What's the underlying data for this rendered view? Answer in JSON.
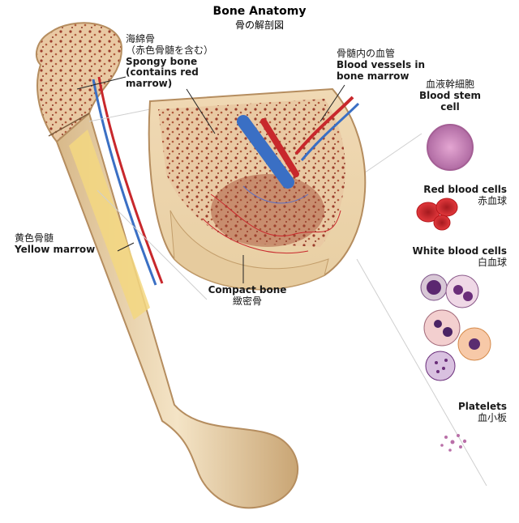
{
  "title": {
    "en": "Bone Anatomy",
    "jp": "骨の解剖図"
  },
  "labels": {
    "spongy": {
      "jp1": "海綿骨",
      "jp2": "（赤色骨髄を含む）",
      "en1": "Spongy bone",
      "en2": "(contains red",
      "en3": "marrow)"
    },
    "vessels": {
      "jp": "骨髄内の血管",
      "en1": "Blood vessels in",
      "en2": "bone marrow"
    },
    "stem": {
      "jp": "血液幹細胞",
      "en1": "Blood stem",
      "en2": "cell"
    },
    "rbc": {
      "en": "Red blood cells",
      "jp": "赤血球"
    },
    "wbc": {
      "en": "White blood cells",
      "jp": "白血球"
    },
    "yellow": {
      "jp": "黄色骨髄",
      "en": "Yellow marrow"
    },
    "compact": {
      "en": "Compact bone",
      "jp": "緻密骨"
    },
    "platelets": {
      "en": "Platelets",
      "jp": "血小板"
    }
  },
  "colors": {
    "bone": "#f0dcb8",
    "bone_shadow": "#d9bf92",
    "marrow_red": "#a0452e",
    "vessel_red": "#c8282c",
    "vessel_blue": "#3a6fc4",
    "yellow_marrow": "#f3d780",
    "stem_cell": "#c77bb0",
    "rbc": "#d9262c",
    "wbc": "#6a2e7a"
  }
}
